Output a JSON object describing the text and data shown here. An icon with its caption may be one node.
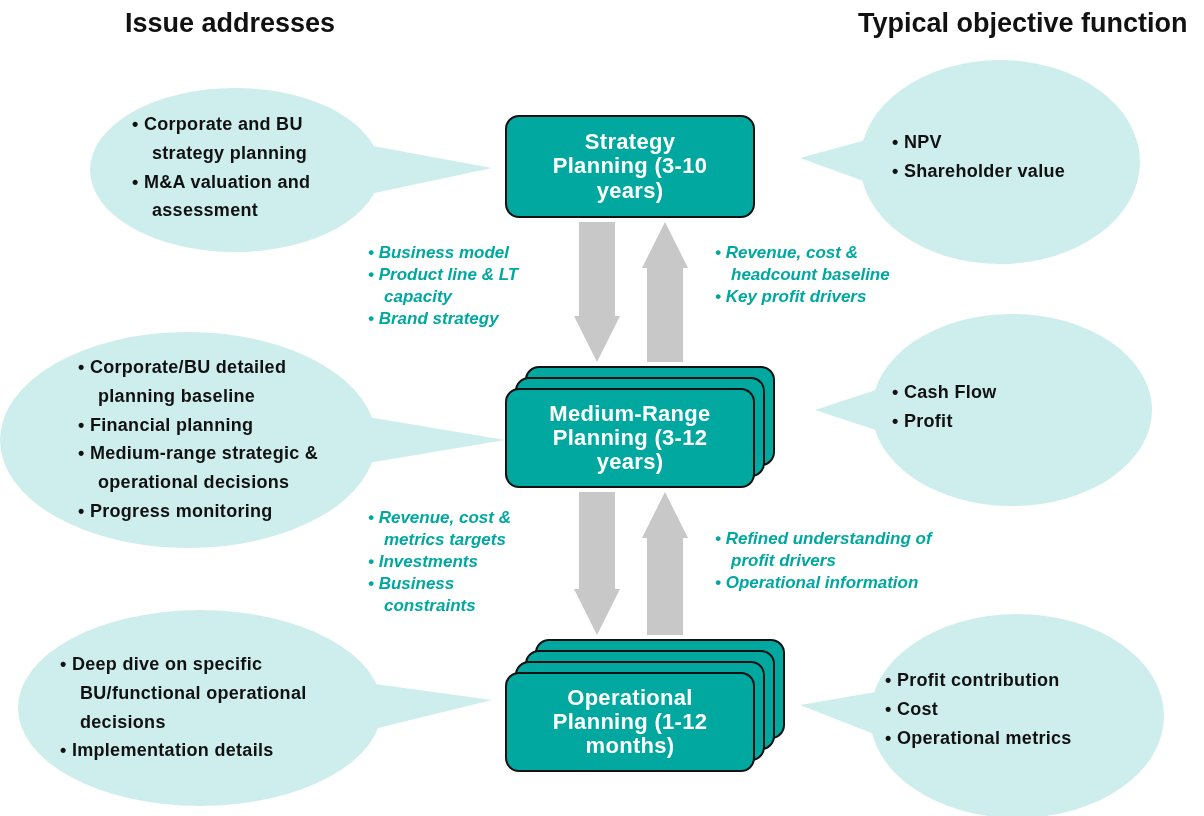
{
  "diagram": {
    "nodes": [
      {
        "text": [
          "Strategy Planning (3-10 years)"
        ]
      },
      {
        "text": [
          "Medium-Range Planning (3-12 years)"
        ]
      },
      {
        "text": [
          "Operational Planning (1-12 months)"
        ]
      },
      {
        "text": [
          "• Corporate and BU strategy planning",
          "• M&A valuation and assessment"
        ]
      },
      {
        "text": [
          "• Corporate/BU detailed planning baseline",
          "• Financial planning",
          "• Medium-range strategic & operational decisions",
          "• Progress monitoring"
        ]
      },
      {
        "text": [
          "• Deep dive on specific BU/functional operational decisions",
          "• Implementation details"
        ]
      },
      {
        "text": [
          "• NPV",
          "• Shareholder value"
        ]
      },
      {
        "text": [
          "• Cash Flow",
          "• Profit"
        ]
      },
      {
        "text": [
          "• Profit contribution",
          "• Cost",
          "• Operational metrics"
        ]
      }
    ],
    "edges": [
      {
        "from": 0,
        "to": 1,
        "arrow": "to"
      },
      {
        "from": 1,
        "to": 0,
        "arrow": "to"
      },
      {
        "from": 1,
        "to": 2,
        "arrow": "to"
      },
      {
        "from": 2,
        "to": 1,
        "arrow": "to"
      }
    ],
    "labels": [
      "Issue addresses",
      "Typical objective function",
      "• Business model",
      "• Product line & LT capacity",
      "• Brand strategy",
      "• Revenue, cost & headcount baseline",
      "• Key profit drivers",
      "• Revenue, cost & metrics targets",
      "• Investments",
      "• Business constraints",
      "• Refined understanding of profit drivers",
      "• Operational information"
    ]
  }
}
